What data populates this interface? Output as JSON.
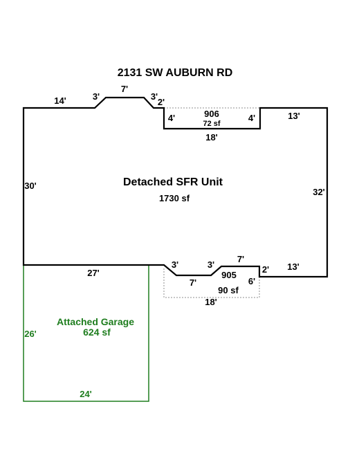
{
  "title": "2131 SW AUBURN RD",
  "colors": {
    "building": "#000000",
    "garage": "#1e7d1e",
    "addition_dashed": "#8c8c8c"
  },
  "main_unit": {
    "name": "Detached SFR Unit",
    "area": "1730 sf",
    "dims": {
      "top_left": "14'",
      "top_bevel_left": "3'",
      "top_mid": "7'",
      "top_bevel_right": "3'",
      "notch_top_right_short": "2'",
      "notch_left": "4'",
      "notch_right": "4'",
      "notch_bottom": "18'",
      "top_right": "13'",
      "left": "30'",
      "right": "32'",
      "bottom_left": "27'",
      "bottom_bevel_left": "3'",
      "bottom_mid": "7'",
      "bottom_bevel_right": "3'",
      "bottom_top_mid": "7'",
      "bottom_step": "2'",
      "bottom_right": "13'",
      "bottom_notch_short": "6'"
    }
  },
  "addition_906": {
    "id": "906",
    "area": "72 sf"
  },
  "addition_905": {
    "id": "905",
    "area": "90 sf",
    "bottom_dim": "18'"
  },
  "garage": {
    "name": "Attached Garage",
    "area": "624 sf",
    "left_dim": "26'",
    "bottom_dim": "24'"
  }
}
